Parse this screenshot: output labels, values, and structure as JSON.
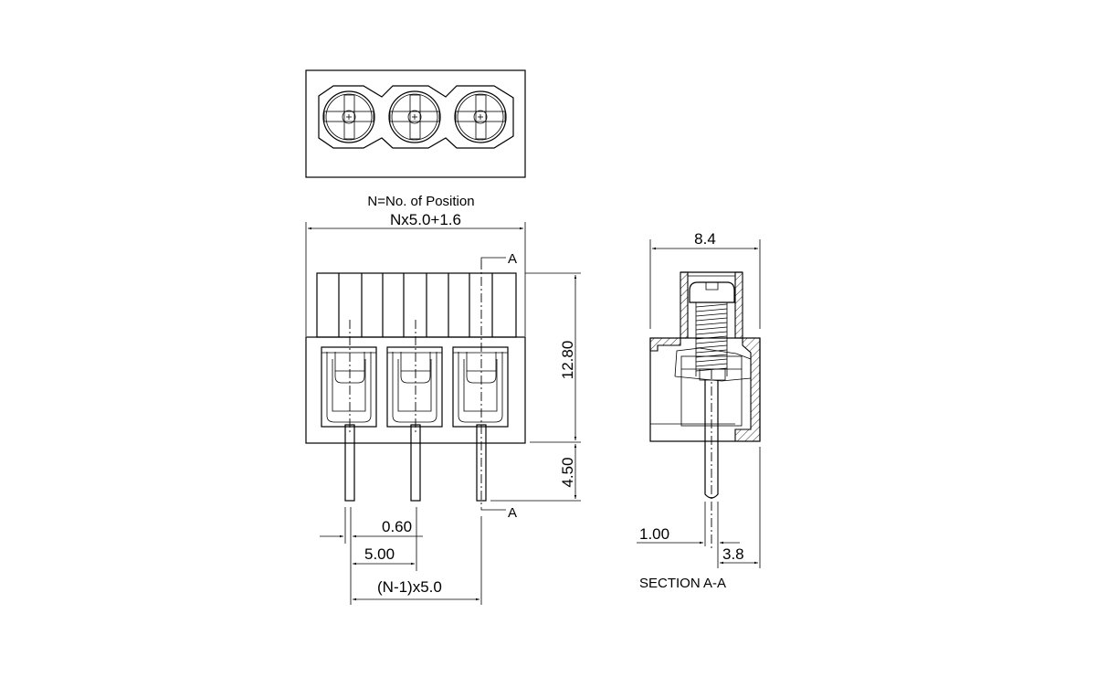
{
  "drawing": {
    "title_line1": "N=No. of Position",
    "title_line2": "Nx5.0+1.6",
    "section_marker_top": "A",
    "section_marker_bottom": "A",
    "section_label": "SECTION A-A",
    "positions_shown": 3
  },
  "dimensions": {
    "front_height": "12.80",
    "pin_length": "4.50",
    "pin_width": "0.60",
    "pitch": "5.00",
    "total_pitch": "(N-1)x5.0",
    "side_width": "8.4",
    "side_pin_dia": "1.00",
    "side_pin_offset": "3.8"
  },
  "colors": {
    "line": "#000000",
    "background": "#ffffff"
  }
}
